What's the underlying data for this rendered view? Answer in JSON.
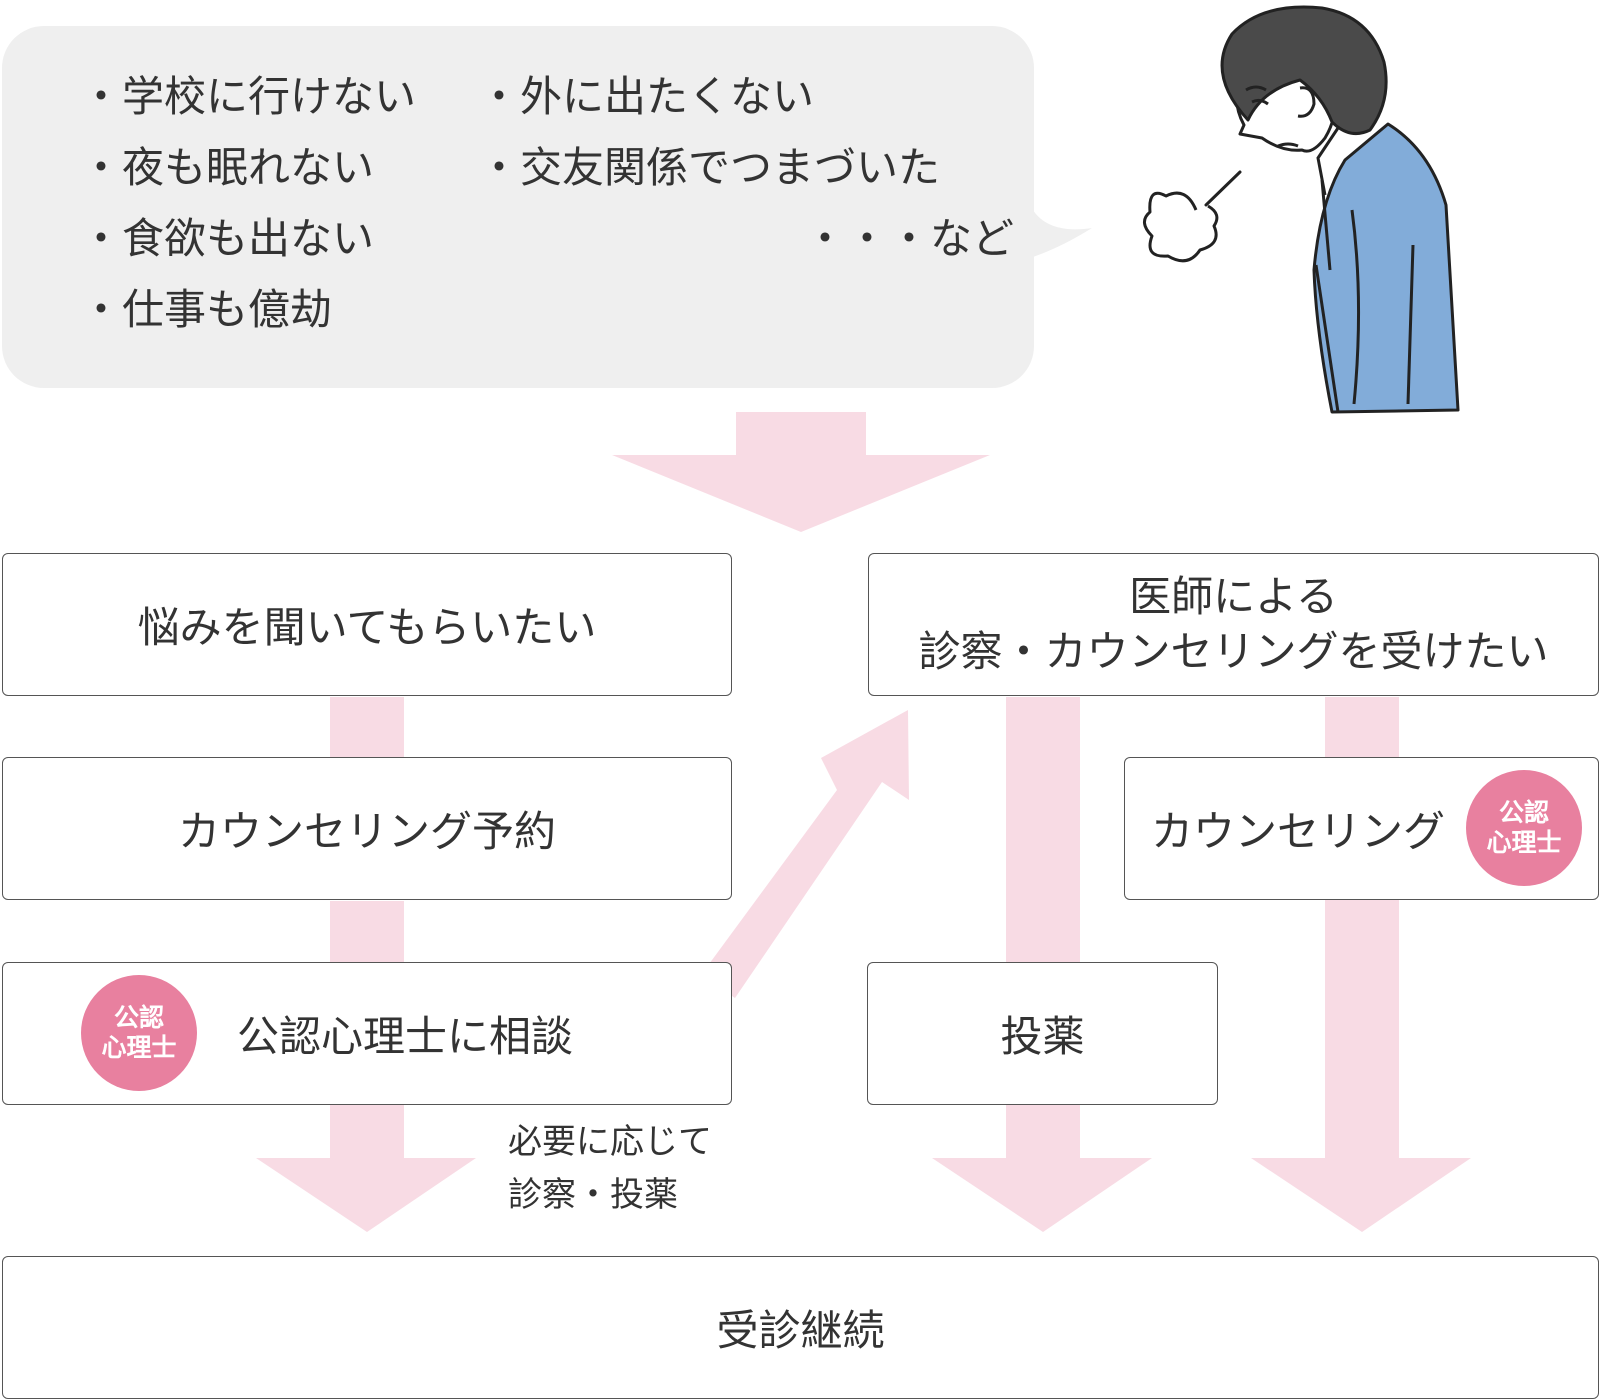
{
  "concerns": {
    "left": [
      "・学校に行けない",
      "・夜も眠れない",
      "・食欲も出ない",
      "・仕事も億劫"
    ],
    "right": [
      "・外に出たくない",
      "・交友関係でつまづいた"
    ],
    "etc": "・・・など"
  },
  "colors": {
    "arrow": "#f8dbe4",
    "badge": "#e8809f",
    "bubble": "#efefef",
    "shirt": "#82acd9",
    "hair": "#4a4a4a",
    "border": "#555555"
  },
  "boxes": {
    "listen": "悩みを聞いてもらいたい",
    "doctor_line1": "医師による",
    "doctor_line2": "診察・カウンセリングを受けたい",
    "reserve": "カウンセリング予約",
    "counseling": "カウンセリング",
    "consult": "公認心理士に相談",
    "medication": "投薬",
    "continue": "受診継続"
  },
  "badge": {
    "line1": "公認",
    "line2": "心理士"
  },
  "note": {
    "line1": "必要に応じて",
    "line2": "診察・投薬"
  },
  "icons": {
    "person": "worried-person-illustration",
    "sigh": "sigh-puff-icon"
  }
}
